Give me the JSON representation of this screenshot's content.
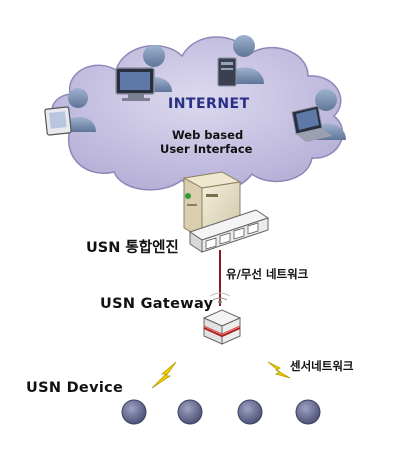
{
  "diagram": {
    "cloud": {
      "title": "INTERNET",
      "subtitle_line1": "Web based",
      "subtitle_line2": "User Interface"
    },
    "engine_label": "USN 통합엔진",
    "link_label": "유/무선 네트워크",
    "gateway_label": "USN Gateway",
    "sensor_network_label": "센서네트워크",
    "device_label": "USN Device",
    "colors": {
      "cloud_fill": "#c9c4e3",
      "cloud_stroke": "#8e88b8",
      "user_fill": "#7c92b4",
      "link_line": "#8b1a1a",
      "device_node": "#5f6488",
      "lightning": "#f2d100",
      "title_color": "#2b2f86"
    }
  }
}
